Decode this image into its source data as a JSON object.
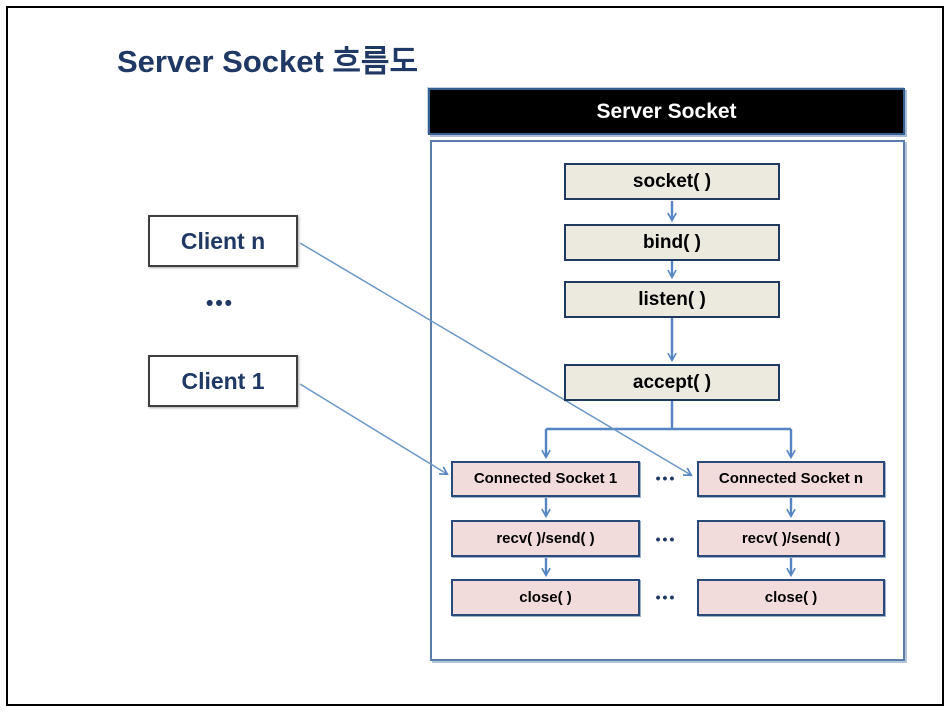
{
  "slide": {
    "title": "Server Socket 흐름도"
  },
  "server_panel": {
    "header_label": "Server Socket",
    "flow_boxes": [
      {
        "id": "socket",
        "label": "socket( )"
      },
      {
        "id": "bind",
        "label": "bind( )"
      },
      {
        "id": "listen",
        "label": "listen( )"
      },
      {
        "id": "accept",
        "label": "accept( )"
      }
    ],
    "socket_columns": [
      {
        "name": "first-connection",
        "boxes": [
          {
            "id": "connected-socket-1",
            "label": "Connected Socket 1"
          },
          {
            "id": "recv-send-1",
            "label": "recv( )/send( )"
          },
          {
            "id": "close-1",
            "label": "close( )"
          }
        ]
      },
      {
        "name": "nth-connection",
        "boxes": [
          {
            "id": "connected-socket-n",
            "label": "Connected Socket n"
          },
          {
            "id": "recv-send-n",
            "label": "recv( )/send( )"
          },
          {
            "id": "close-n",
            "label": "close( )"
          }
        ]
      }
    ],
    "column_ellipsis": "•••"
  },
  "clients": {
    "boxes": [
      {
        "id": "client-n",
        "label": "Client n"
      },
      {
        "id": "client-1",
        "label": "Client 1"
      }
    ],
    "ellipsis": "•••"
  },
  "colors": {
    "title_text": "#1f3864",
    "header_bar_fill": "#000000",
    "header_bar_border": "#365f91",
    "header_text": "#ffffff",
    "panel_border": "#5b7ea8",
    "flow_box_fill": "#eceadf",
    "flow_box_border": "#1f3a5f",
    "connected_box_fill": "#f2dcdb",
    "connected_box_border": "#2a4a7a",
    "client_box_border": "#3f3f3f",
    "client_text": "#1f3864",
    "arrow": "#5585c2",
    "ellipsis_text": "#1f3864",
    "outer_frame": "#000000"
  }
}
